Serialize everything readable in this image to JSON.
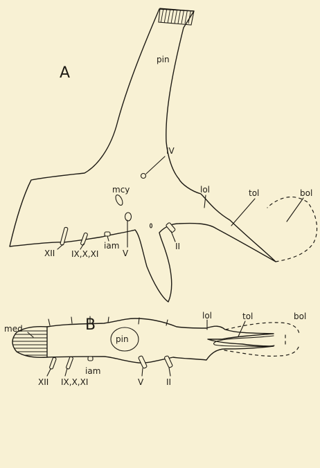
{
  "panel_a": {
    "letter": "A",
    "labels": {
      "pin": "pin",
      "iv": "IV",
      "mcy": "mcy",
      "lol": "lol",
      "tol": "tol",
      "bol": "bol",
      "xii": "XII",
      "ix_x_xi": "IX,X,XI",
      "iam": "iam",
      "v": "V",
      "ii": "II"
    }
  },
  "panel_b": {
    "letter": "B",
    "labels": {
      "med": "med",
      "pin": "pin",
      "lol": "lol",
      "tol": "tol",
      "bol": "bol",
      "xii": "XII",
      "ix_x_xi": "IX,X,XI",
      "iam": "iam",
      "v": "V",
      "ii": "II"
    }
  }
}
